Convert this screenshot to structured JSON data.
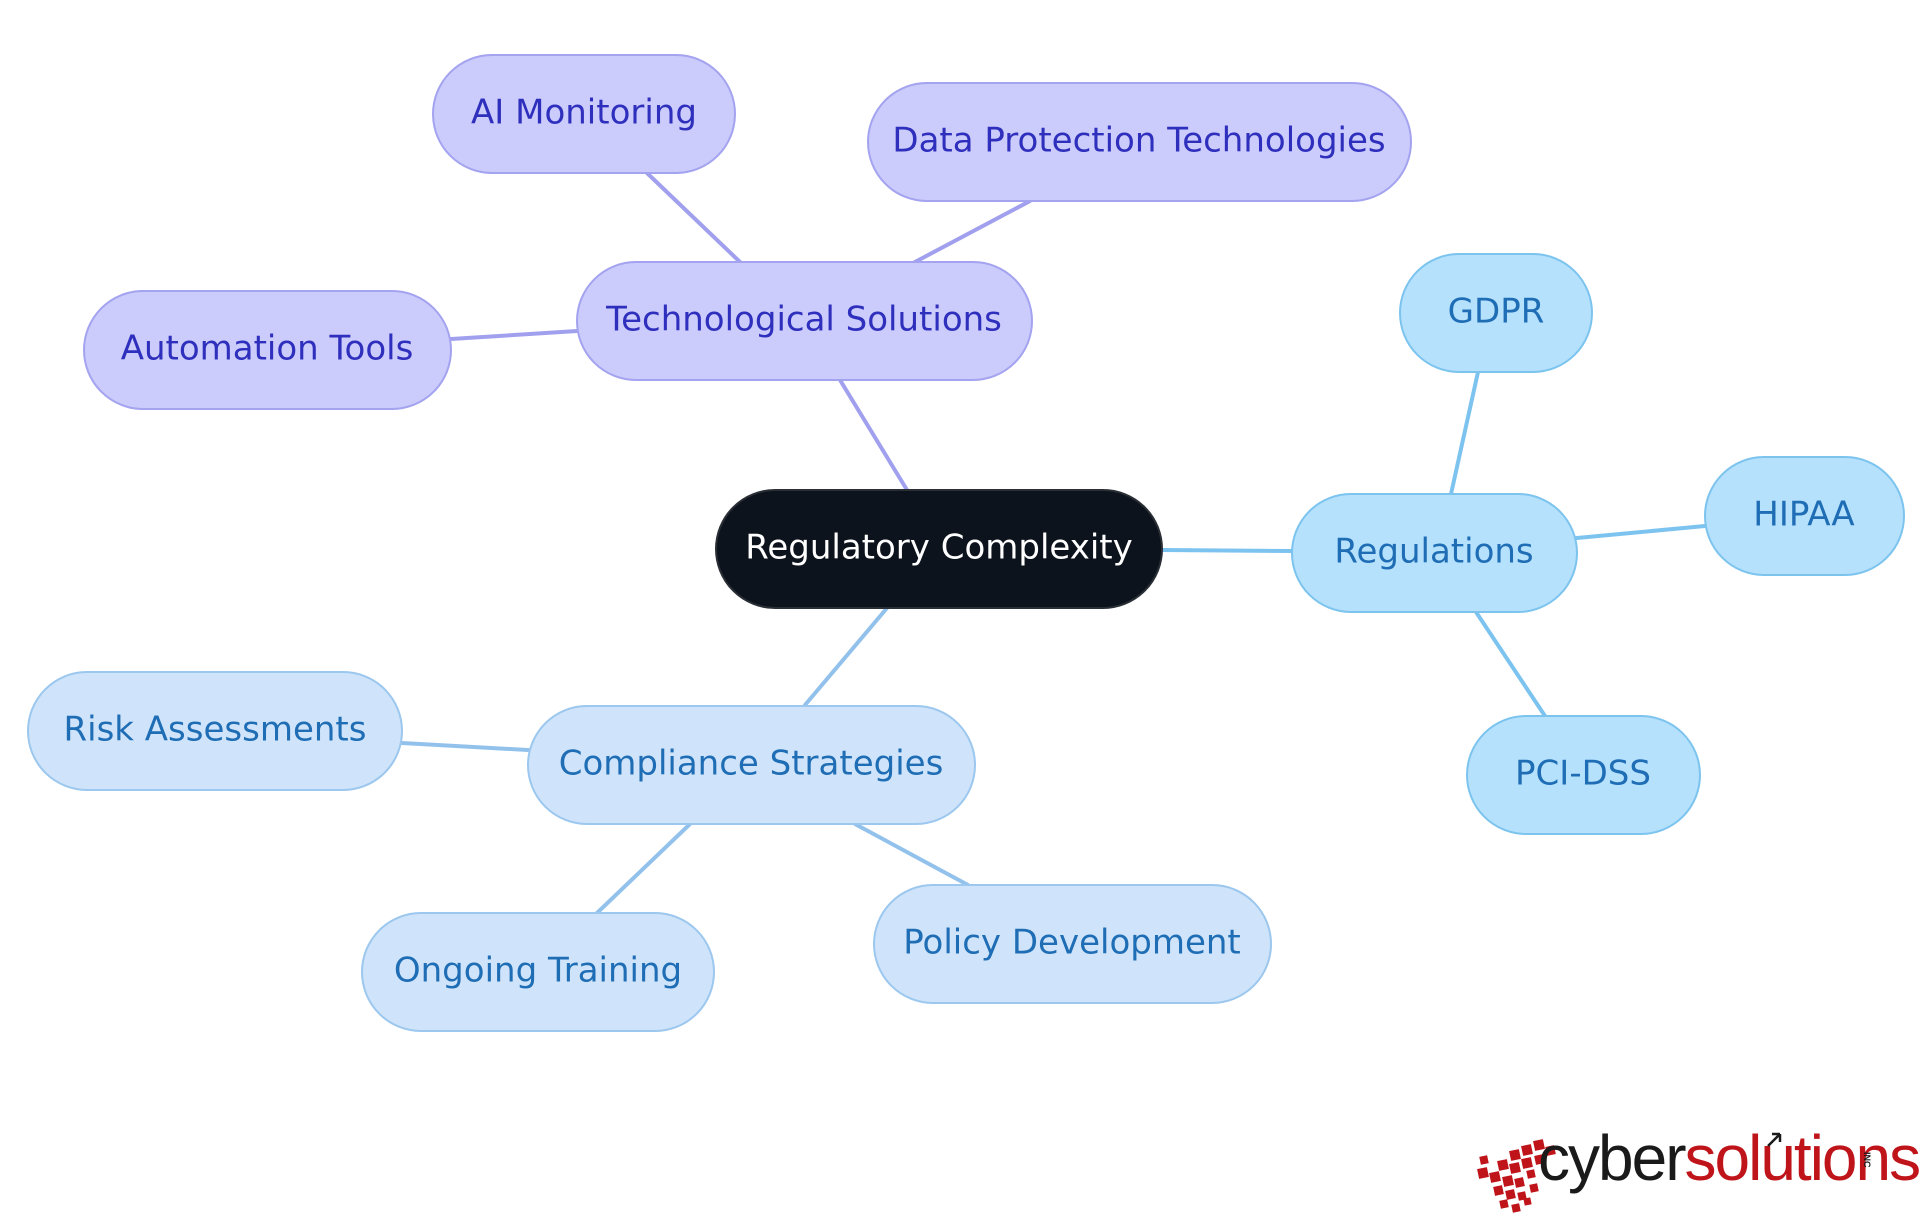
{
  "colors": {
    "center_fill": "#0d131c",
    "center_stroke": "#2a2f36",
    "center_text": "#ffffff",
    "purple_fill": "#cbcbfc",
    "purple_stroke": "#a3a3f0",
    "purple_text": "#2f2fbd",
    "purple_edge": "#a0a0ee",
    "blue_fill": "#b5e1fd",
    "blue_stroke": "#7cc4ee",
    "blue_text": "#1e6db5",
    "blue_edge": "#7dc3ef",
    "lightblue_fill": "#cfe4fa",
    "lightblue_stroke": "#9cc7ee",
    "lightblue_text": "#1e6db5",
    "lightblue_edge": "#92c2ec",
    "logo_red": "#c0141b",
    "logo_dark": "#1a1a1a"
  },
  "diagram": {
    "center": {
      "label": "Regulatory Complexity"
    },
    "technological": {
      "label": "Technological Solutions",
      "children": [
        "AI Monitoring",
        "Data Protection Technologies",
        "Automation Tools"
      ]
    },
    "regulations": {
      "label": "Regulations",
      "children": [
        "GDPR",
        "HIPAA",
        "PCI-DSS"
      ]
    },
    "compliance": {
      "label": "Compliance Strategies",
      "children": [
        "Risk Assessments",
        "Ongoing Training",
        "Policy Development"
      ]
    }
  },
  "logo": {
    "part1": "cyber",
    "part2": "solutions",
    "suffix": "INC"
  }
}
